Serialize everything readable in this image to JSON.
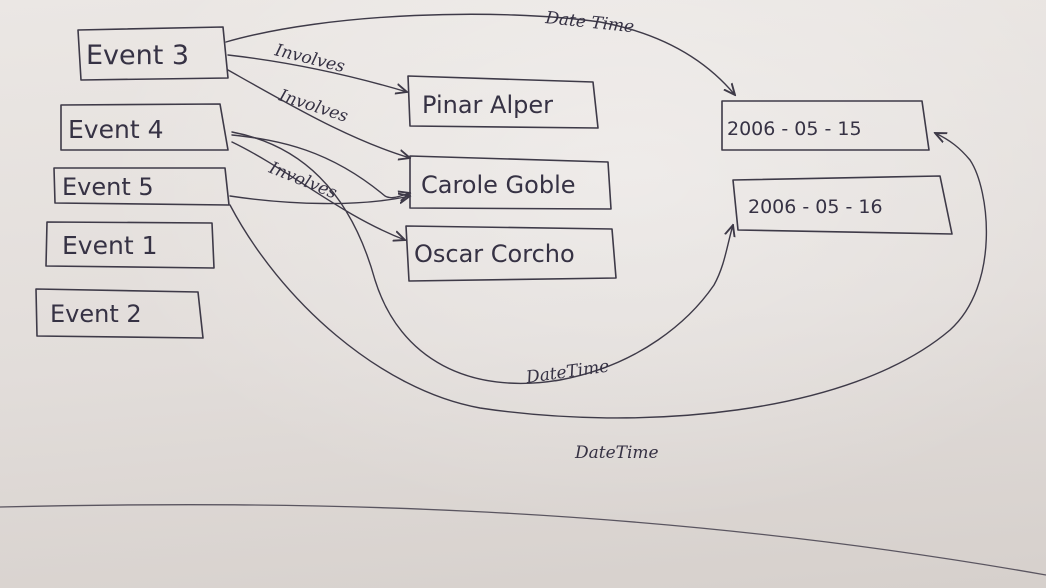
{
  "nodes": {
    "event3": "Event 3",
    "event4": "Event 4",
    "event5": "Event 5",
    "event1": "Event 1",
    "event2": "Event 2",
    "pinar": "Pinar Alper",
    "carole": "Carole Goble",
    "oscar": "Oscar Corcho",
    "date1": "2006 - 05 - 15",
    "date2": "2006 - 05 - 16"
  },
  "edges": {
    "e3_pinar": "Involves",
    "e3_carole": "Involves",
    "e4_oscar": "Involves",
    "e3_date1": "Date Time",
    "e4_date2": "DateTime",
    "e5_date1": "DateTime"
  },
  "colors": {
    "ink": "#3e3a48",
    "paper": "#e7e3e0"
  }
}
